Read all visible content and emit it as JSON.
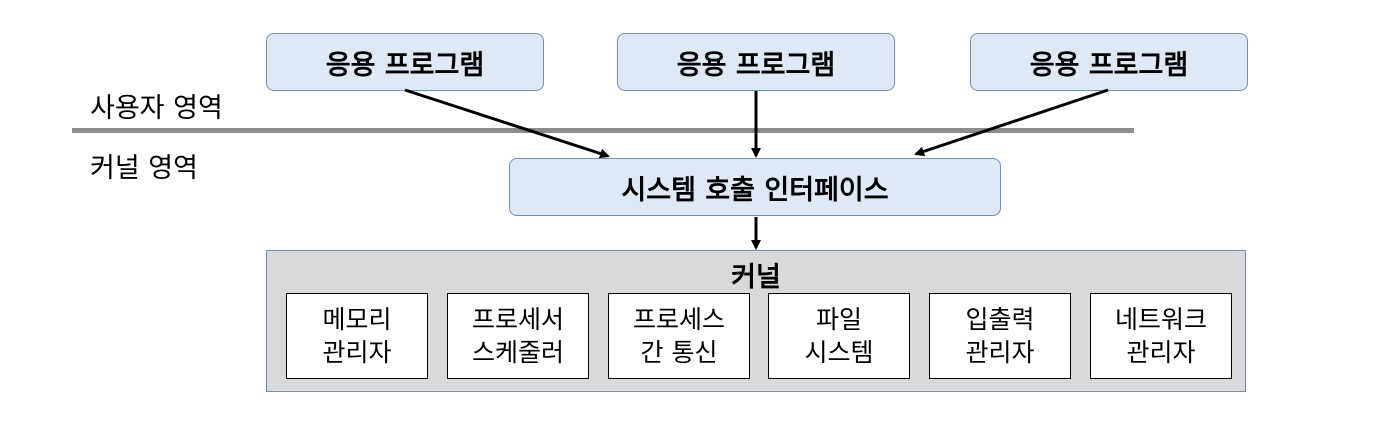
{
  "user_space": {
    "label": "사용자 영역",
    "apps": [
      "응용 프로그램",
      "응용 프로그램",
      "응용 프로그램"
    ]
  },
  "kernel_space": {
    "label": "커널 영역"
  },
  "syscall_interface": "시스템 호출 인터페이스",
  "kernel": {
    "title": "커널",
    "modules": [
      {
        "line1": "메모리",
        "line2": "관리자"
      },
      {
        "line1": "프로세서",
        "line2": "스케줄러"
      },
      {
        "line1": "프로세스",
        "line2": "간 통신"
      },
      {
        "line1": "파일",
        "line2": "시스템"
      },
      {
        "line1": "입출력",
        "line2": "관리자"
      },
      {
        "line1": "네트워크",
        "line2": "관리자"
      }
    ]
  },
  "colors": {
    "box_fill": "#dfe8f5",
    "box_border": "#6f8fbf",
    "kernel_fill": "#d9d9d9",
    "divider": "#8c8c8c"
  }
}
